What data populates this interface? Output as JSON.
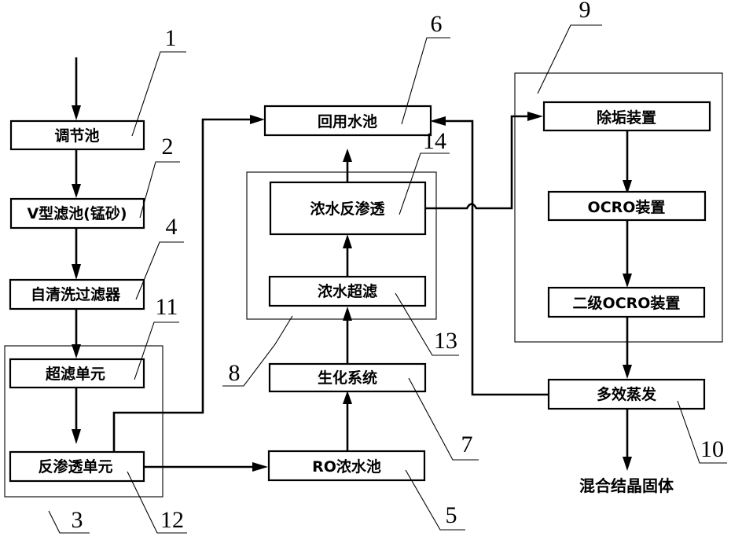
{
  "diagram": {
    "type": "process-flow",
    "nodes": {
      "n1": {
        "label": "调节池",
        "ref": "1"
      },
      "n2": {
        "label": "V型滤池(锰砂)",
        "ref": "2"
      },
      "n4": {
        "label": "自清洗过滤器",
        "ref": "4"
      },
      "n11": {
        "label": "超滤单元",
        "ref": "11"
      },
      "n12": {
        "label": "反渗透单元",
        "ref": "12"
      },
      "n5": {
        "label": "RO浓水池",
        "ref": "5"
      },
      "n7": {
        "label": "生化系统",
        "ref": "7"
      },
      "n13": {
        "label": "浓水超滤",
        "ref": "13"
      },
      "n14": {
        "label": "浓水反渗透",
        "ref": "14"
      },
      "n6": {
        "label": "回用水池",
        "ref": "6"
      },
      "n9a": {
        "label": "除垢装置"
      },
      "n9b": {
        "label": "OCRO装置"
      },
      "n9c": {
        "label": "二级OCRO装置"
      },
      "n10": {
        "label": "多效蒸发",
        "ref": "10"
      }
    },
    "groups": {
      "g3": {
        "ref": "3",
        "contains": [
          "超滤单元",
          "反渗透单元"
        ]
      },
      "g8": {
        "ref": "8",
        "contains": [
          "浓水超滤",
          "浓水反渗透"
        ]
      },
      "g9": {
        "ref": "9",
        "contains": [
          "除垢装置",
          "OCRO装置",
          "二级OCRO装置"
        ]
      }
    },
    "output": {
      "label": "混合结晶固体"
    },
    "edges": [
      {
        "from": "inlet",
        "to": "调节池"
      },
      {
        "from": "调节池",
        "to": "V型滤池(锰砂)"
      },
      {
        "from": "V型滤池(锰砂)",
        "to": "自清洗过滤器"
      },
      {
        "from": "自清洗过滤器",
        "to": "超滤单元"
      },
      {
        "from": "超滤单元",
        "to": "反渗透单元"
      },
      {
        "from": "反渗透单元",
        "to": "回用水池"
      },
      {
        "from": "反渗透单元",
        "to": "RO浓水池"
      },
      {
        "from": "RO浓水池",
        "to": "生化系统"
      },
      {
        "from": "生化系统",
        "to": "浓水超滤"
      },
      {
        "from": "浓水超滤",
        "to": "浓水反渗透"
      },
      {
        "from": "浓水反渗透",
        "to": "回用水池"
      },
      {
        "from": "浓水反渗透",
        "to": "除垢装置"
      },
      {
        "from": "除垢装置",
        "to": "OCRO装置"
      },
      {
        "from": "OCRO装置",
        "to": "二级OCRO装置"
      },
      {
        "from": "二级OCRO装置",
        "to": "多效蒸发"
      },
      {
        "from": "多效蒸发",
        "to": "回用水池"
      },
      {
        "from": "多效蒸发",
        "to": "混合结晶固体"
      }
    ]
  }
}
